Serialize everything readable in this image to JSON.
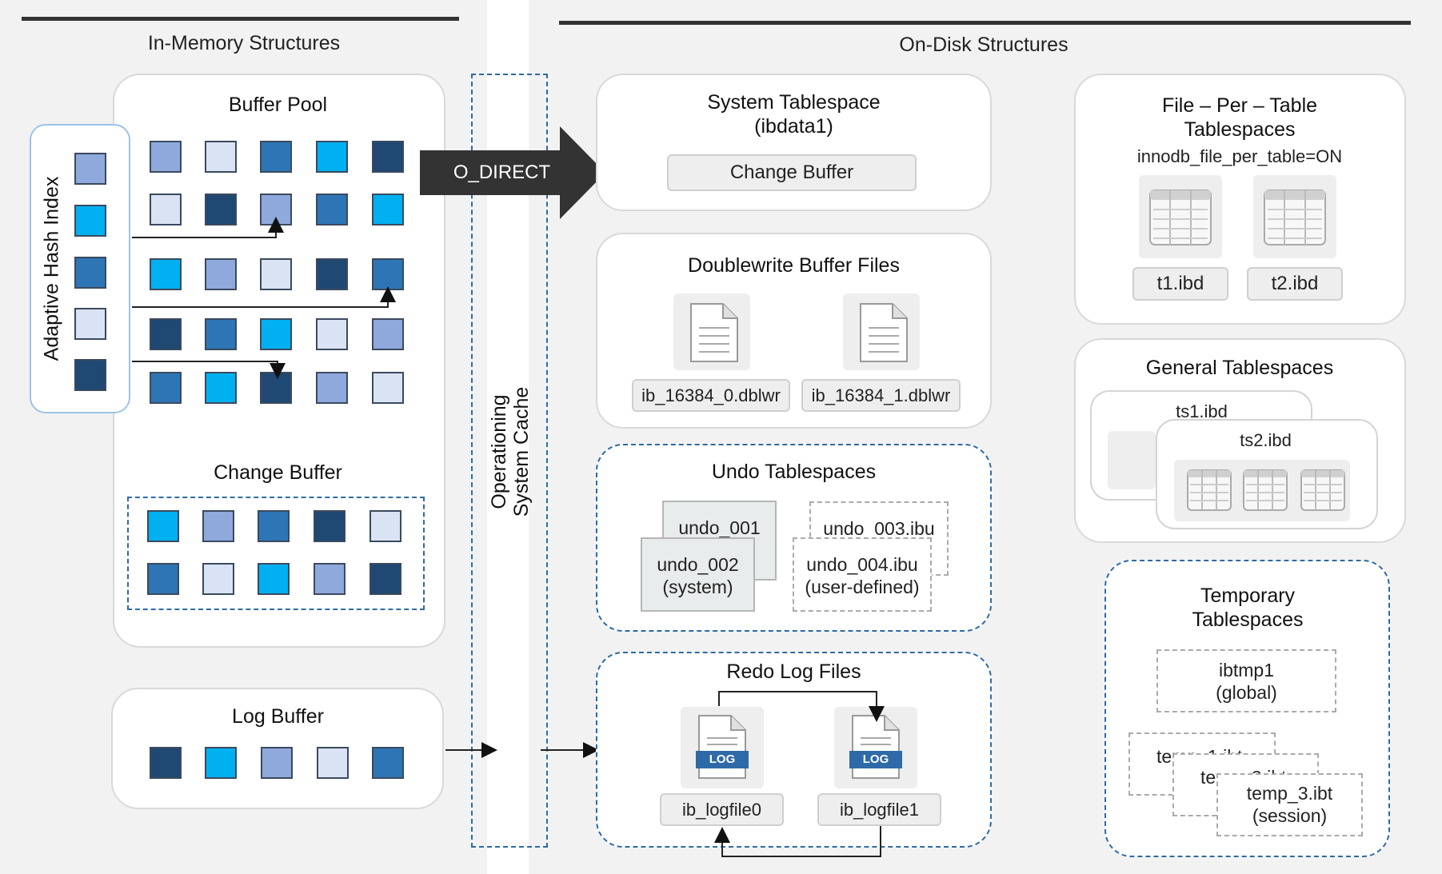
{
  "sections": {
    "in_memory": "In-Memory Structures",
    "on_disk": "On-Disk Structures"
  },
  "colors": {
    "dark_navy": "#1f4873",
    "mid_blue": "#2e75b6",
    "light_blue": "#8fa9dc",
    "pale_blue": "#dae3f3",
    "cyan": "#00b0f0",
    "dashed_blue": "#2e6aa7",
    "arrow_dark": "#333333"
  },
  "buffer_pool": {
    "title": "Buffer Pool",
    "grid": [
      [
        "light_blue",
        "pale_blue",
        "mid_blue",
        "cyan",
        "dark_navy"
      ],
      [
        "pale_blue",
        "dark_navy",
        "light_blue",
        "mid_blue",
        "cyan"
      ],
      [
        "cyan",
        "light_blue",
        "pale_blue",
        "dark_navy",
        "mid_blue"
      ],
      [
        "dark_navy",
        "mid_blue",
        "cyan",
        "pale_blue",
        "light_blue"
      ],
      [
        "mid_blue",
        "cyan",
        "dark_navy",
        "light_blue",
        "pale_blue"
      ]
    ]
  },
  "adaptive_hash_index": {
    "label": "Adaptive Hash Index",
    "items": [
      "light_blue",
      "cyan",
      "mid_blue",
      "pale_blue",
      "dark_navy"
    ]
  },
  "change_buffer_memory": {
    "title": "Change Buffer",
    "grid": [
      [
        "cyan",
        "light_blue",
        "mid_blue",
        "dark_navy",
        "pale_blue"
      ],
      [
        "mid_blue",
        "pale_blue",
        "cyan",
        "light_blue",
        "dark_navy"
      ]
    ]
  },
  "log_buffer": {
    "title": "Log Buffer",
    "items": [
      "dark_navy",
      "cyan",
      "light_blue",
      "pale_blue",
      "mid_blue"
    ]
  },
  "os_cache": {
    "line1": "Operationing",
    "line2": "System Cache"
  },
  "o_direct": "O_DIRECT",
  "system_tablespace": {
    "title_line1": "System Tablespace",
    "title_line2": "(ibdata1)",
    "change_buffer": "Change Buffer"
  },
  "doublewrite": {
    "title": "Doublewrite Buffer Files",
    "file1": "ib_16384_0.dblwr",
    "file2": "ib_16384_1.dblwr"
  },
  "undo": {
    "title": "Undo Tablespaces",
    "undo1": "undo_001",
    "undo2_line1": "undo_002",
    "undo2_line2": "(system)",
    "undo3": "undo_003.ibu",
    "undo4_line1": "undo_004.ibu",
    "undo4_line2": "(user-defined)"
  },
  "redo": {
    "title": "Redo Log Files",
    "log_badge": "LOG",
    "file1": "ib_logfile0",
    "file2": "ib_logfile1"
  },
  "file_per_table": {
    "title_line1": "File – Per – Table",
    "title_line2": "Tablespaces",
    "setting": "innodb_file_per_table=ON",
    "file1": "t1.ibd",
    "file2": "t2.ibd"
  },
  "general": {
    "title": "General Tablespaces",
    "ts1": "ts1.ibd",
    "ts2": "ts2.ibd"
  },
  "temporary": {
    "title_line1": "Temporary",
    "title_line2": "Tablespaces",
    "ibtmp_line1": "ibtmp1",
    "ibtmp_line2": "(global)",
    "temp1_line1": "temp_1.ibt",
    "temp2_line1": "temp_2.ibt",
    "temp3_line1": "temp_3.ibt",
    "temp3_line2": "(session)"
  }
}
